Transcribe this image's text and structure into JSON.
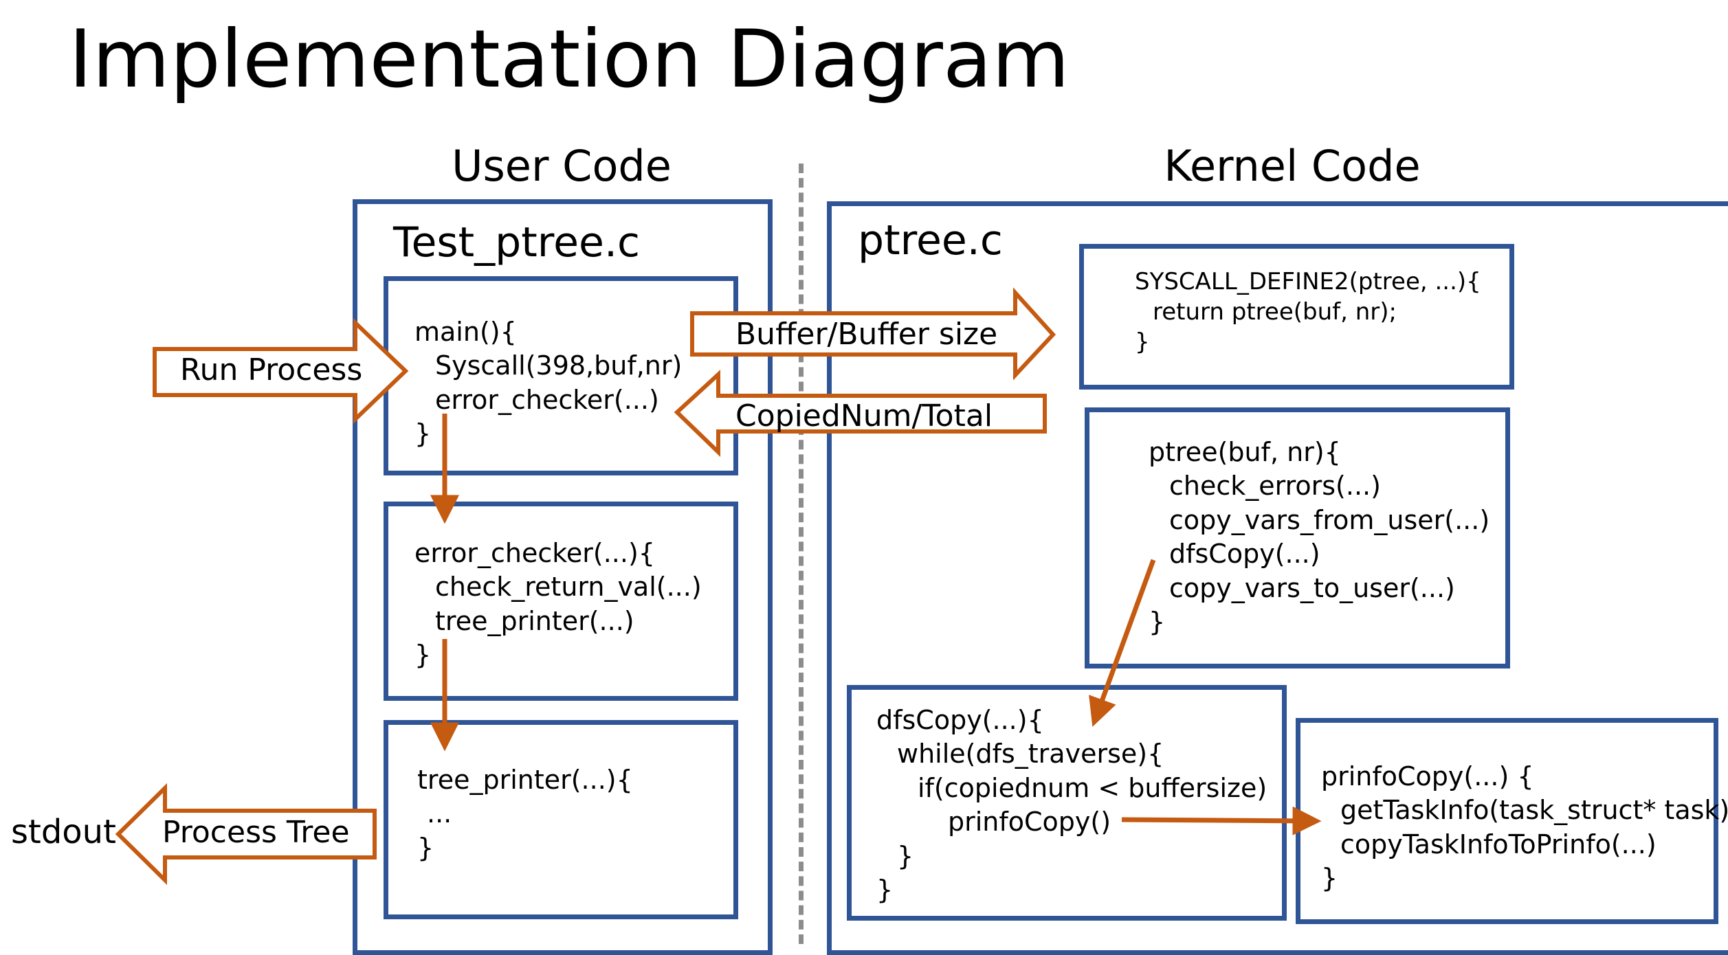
{
  "title": "Implementation Diagram",
  "user_section": {
    "heading": "User Code",
    "file": "Test_ptree.c",
    "main_box": [
      "main(){",
      "  Syscall(398,buf,nr)",
      "  error_checker(...)",
      "}"
    ],
    "error_checker_box": [
      "error_checker(...){",
      "  check_return_val(...)",
      "  tree_printer(...)",
      "}"
    ],
    "tree_printer_box": [
      "tree_printer(...){",
      "  ...",
      "}"
    ]
  },
  "kernel_section": {
    "heading": "Kernel Code",
    "file": "ptree.c",
    "syscall_box": [
      "SYSCALL_DEFINE2(ptree, ...){",
      "  return ptree(buf, nr);",
      "}"
    ],
    "ptree_box": [
      "ptree(buf, nr){",
      "  check_errors(...)",
      "  copy_vars_from_user(...)",
      "  dfsCopy(...)",
      "  copy_vars_to_user(...)",
      "}"
    ],
    "dfscopy_box": [
      "dfsCopy(...){",
      "  while(dfs_traverse){",
      "    if(copiednum < buffersize)",
      "      prinfoCopy()",
      "  }",
      "}"
    ],
    "prinfocopy_box": [
      "prinfoCopy(...) {",
      "  getTaskInfo(task_struct* task)",
      "  copyTaskInfoToPrinfo(...)",
      "}"
    ]
  },
  "arrows": {
    "run_process": "Run Process",
    "buffer_size": "Buffer/Buffer size",
    "copied_num": "CopiedNum/Total",
    "process_tree": "Process Tree",
    "stdout": "stdout"
  },
  "colors": {
    "box_border": "#2f5597",
    "arrow_stroke": "#c55a11",
    "divider": "#8c8c8c"
  }
}
